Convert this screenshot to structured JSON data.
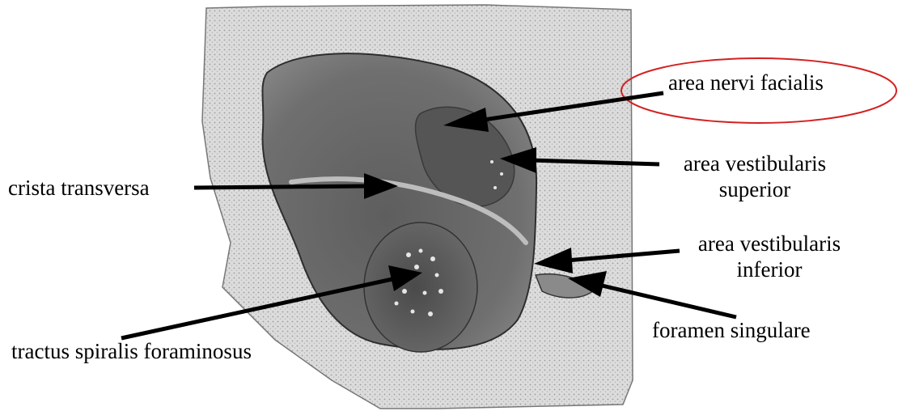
{
  "labels": {
    "area_nervi_facialis": "area nervi facialis",
    "area_vestibularis_superior": [
      "area vestibularis",
      "superior"
    ],
    "crista_transversa": "crista transversa",
    "area_vestibularis_inferior": [
      "area vestibularis",
      "inferior"
    ],
    "foramen_singulare": "foramen singulare",
    "tractus_spiralis_foraminosus": "tractus spiralis foraminosus"
  },
  "colors": {
    "highlight_ellipse": "#d42020",
    "arrow": "#000000",
    "bone_light": "#d9d9d9",
    "bone_dark": "#5a5a5a"
  }
}
